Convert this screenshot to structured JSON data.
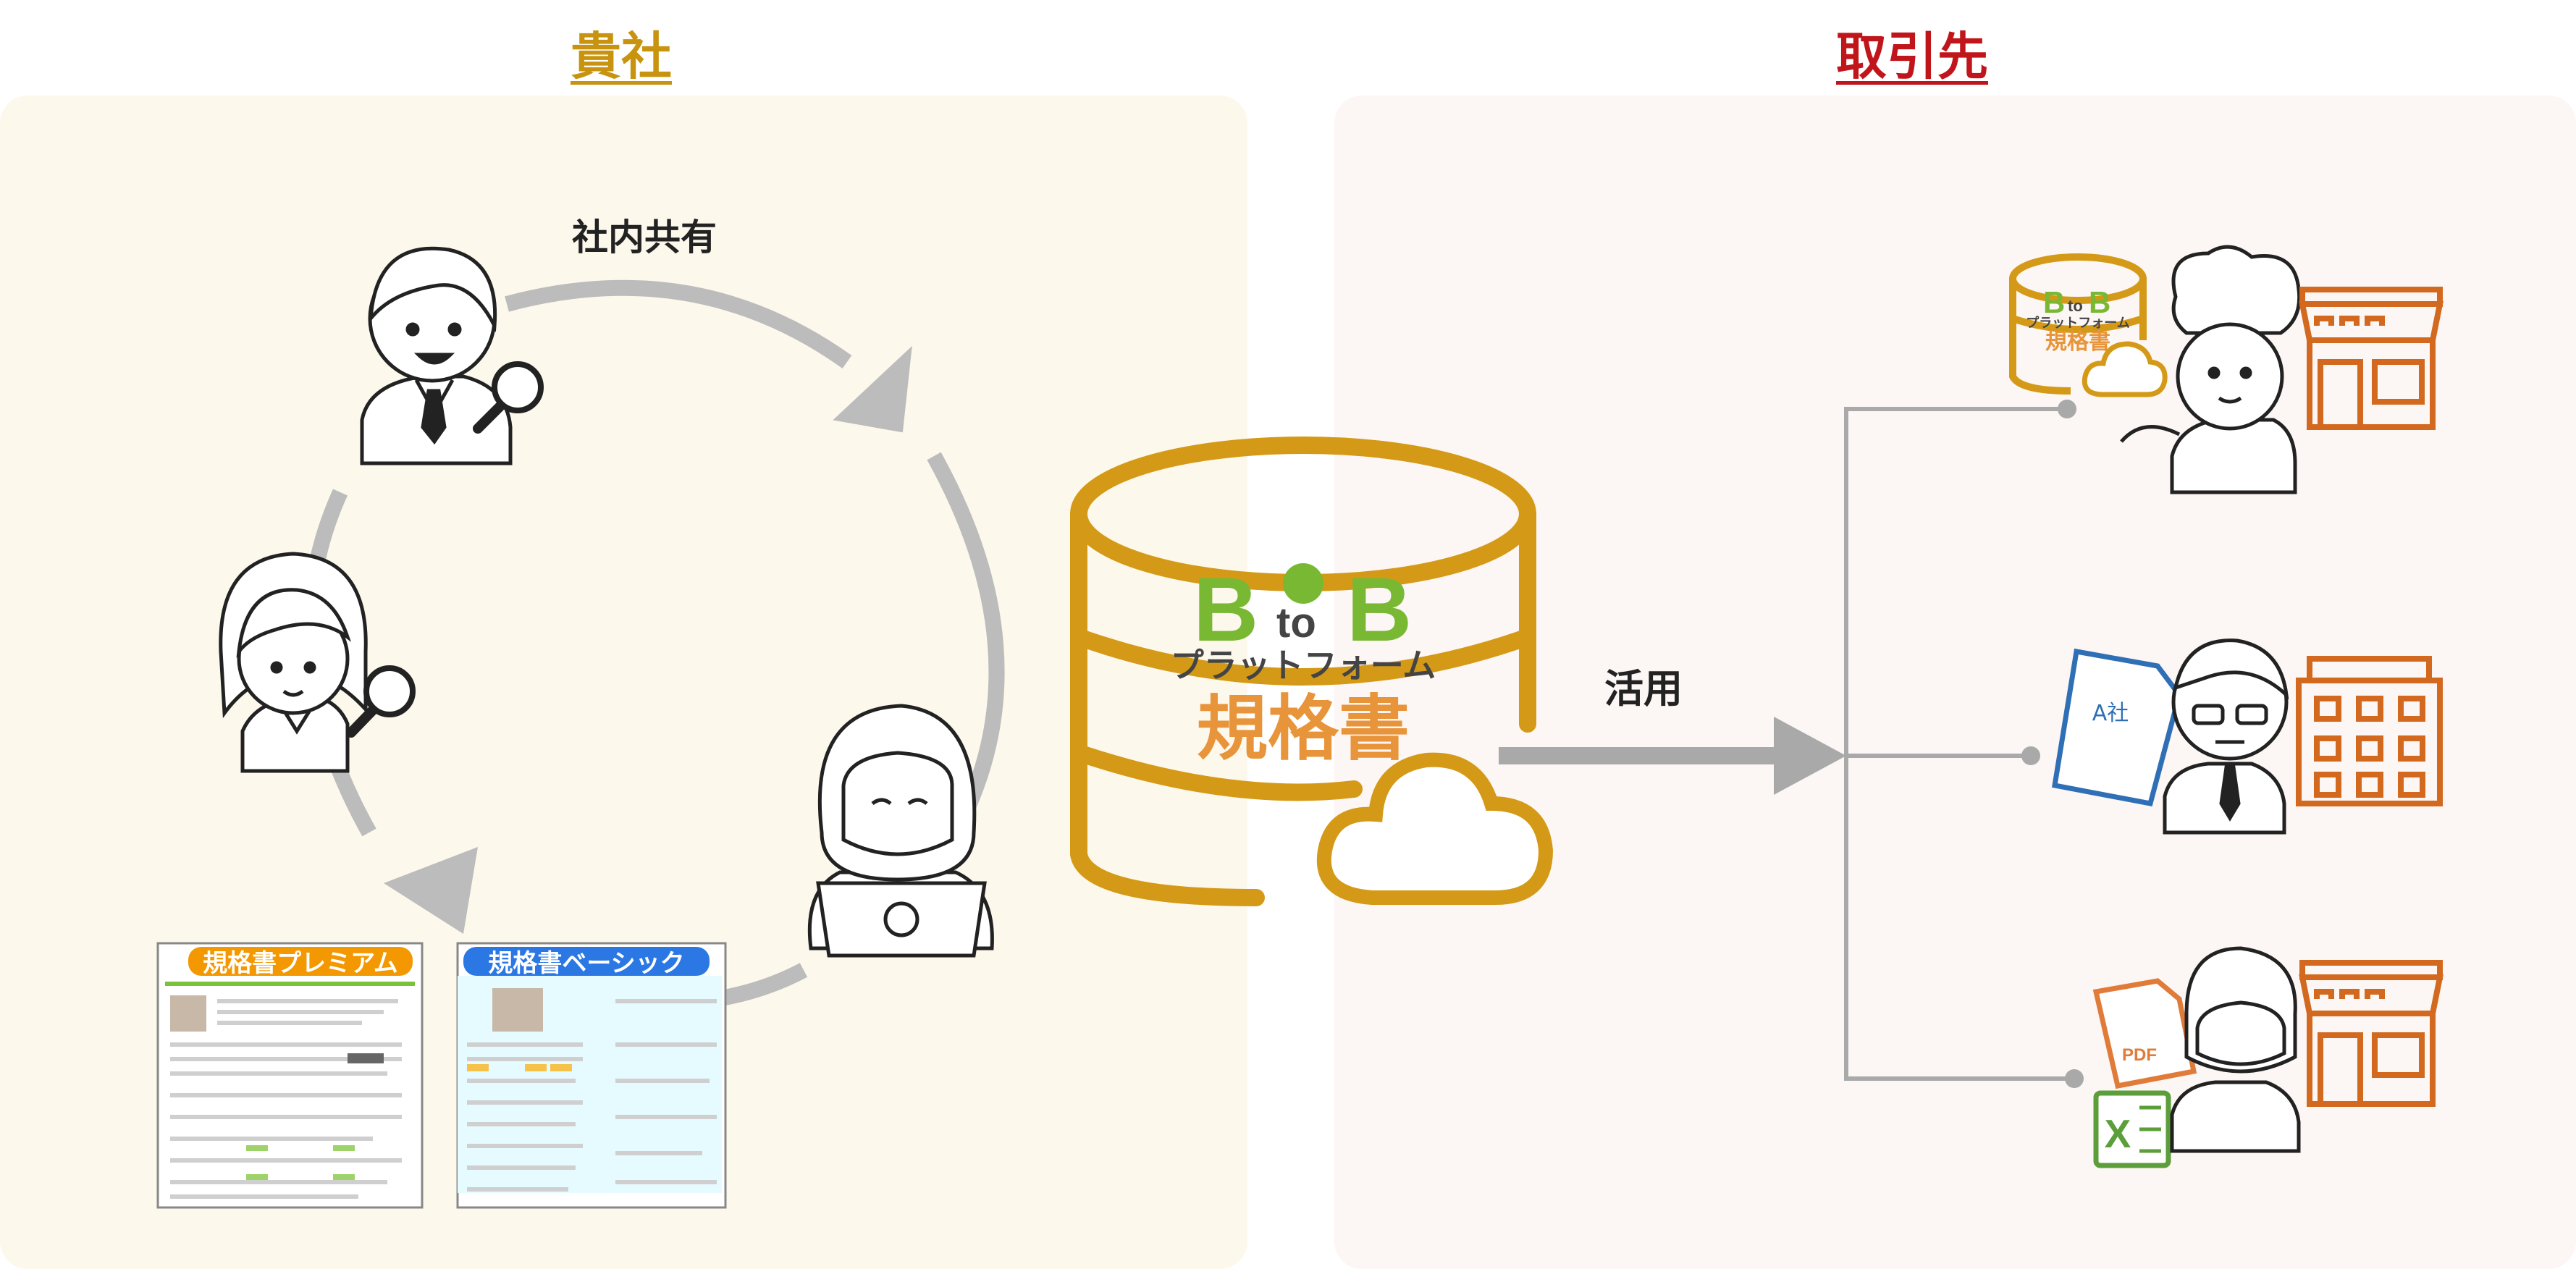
{
  "header": {
    "left_title": "貴社",
    "right_title": "取引先"
  },
  "left_panel": {
    "cycle_label": "社内共有",
    "doc_premium_label": "規格書プレミアム",
    "doc_basic_label": "規格書ベーシック"
  },
  "center": {
    "logo_b1": "B",
    "logo_to": "to",
    "logo_b2": "B",
    "logo_platform": "プラットフォーム",
    "logo_spec": "規格書",
    "usage_label": "活用"
  },
  "right_panel": {
    "mini_logo_b1": "B",
    "mini_logo_to": "to",
    "mini_logo_b2": "B",
    "mini_logo_platform": "プラットフォーム",
    "mini_logo_spec": "規格書",
    "doc_company_label": "A社",
    "pdf_label": "PDF",
    "excel_label": "X"
  },
  "colors": {
    "gold": "#d4a017",
    "gold_title": "#c89410",
    "red_title": "#c0161b",
    "logo_green": "#78b833",
    "logo_orange": "#e8943a",
    "arrow_gray": "#bbbbbb",
    "shop_orange": "#d2691e",
    "doc_blue": "#2f6fb5",
    "premium_orange": "#f39800",
    "basic_blue": "#2b78e4"
  }
}
